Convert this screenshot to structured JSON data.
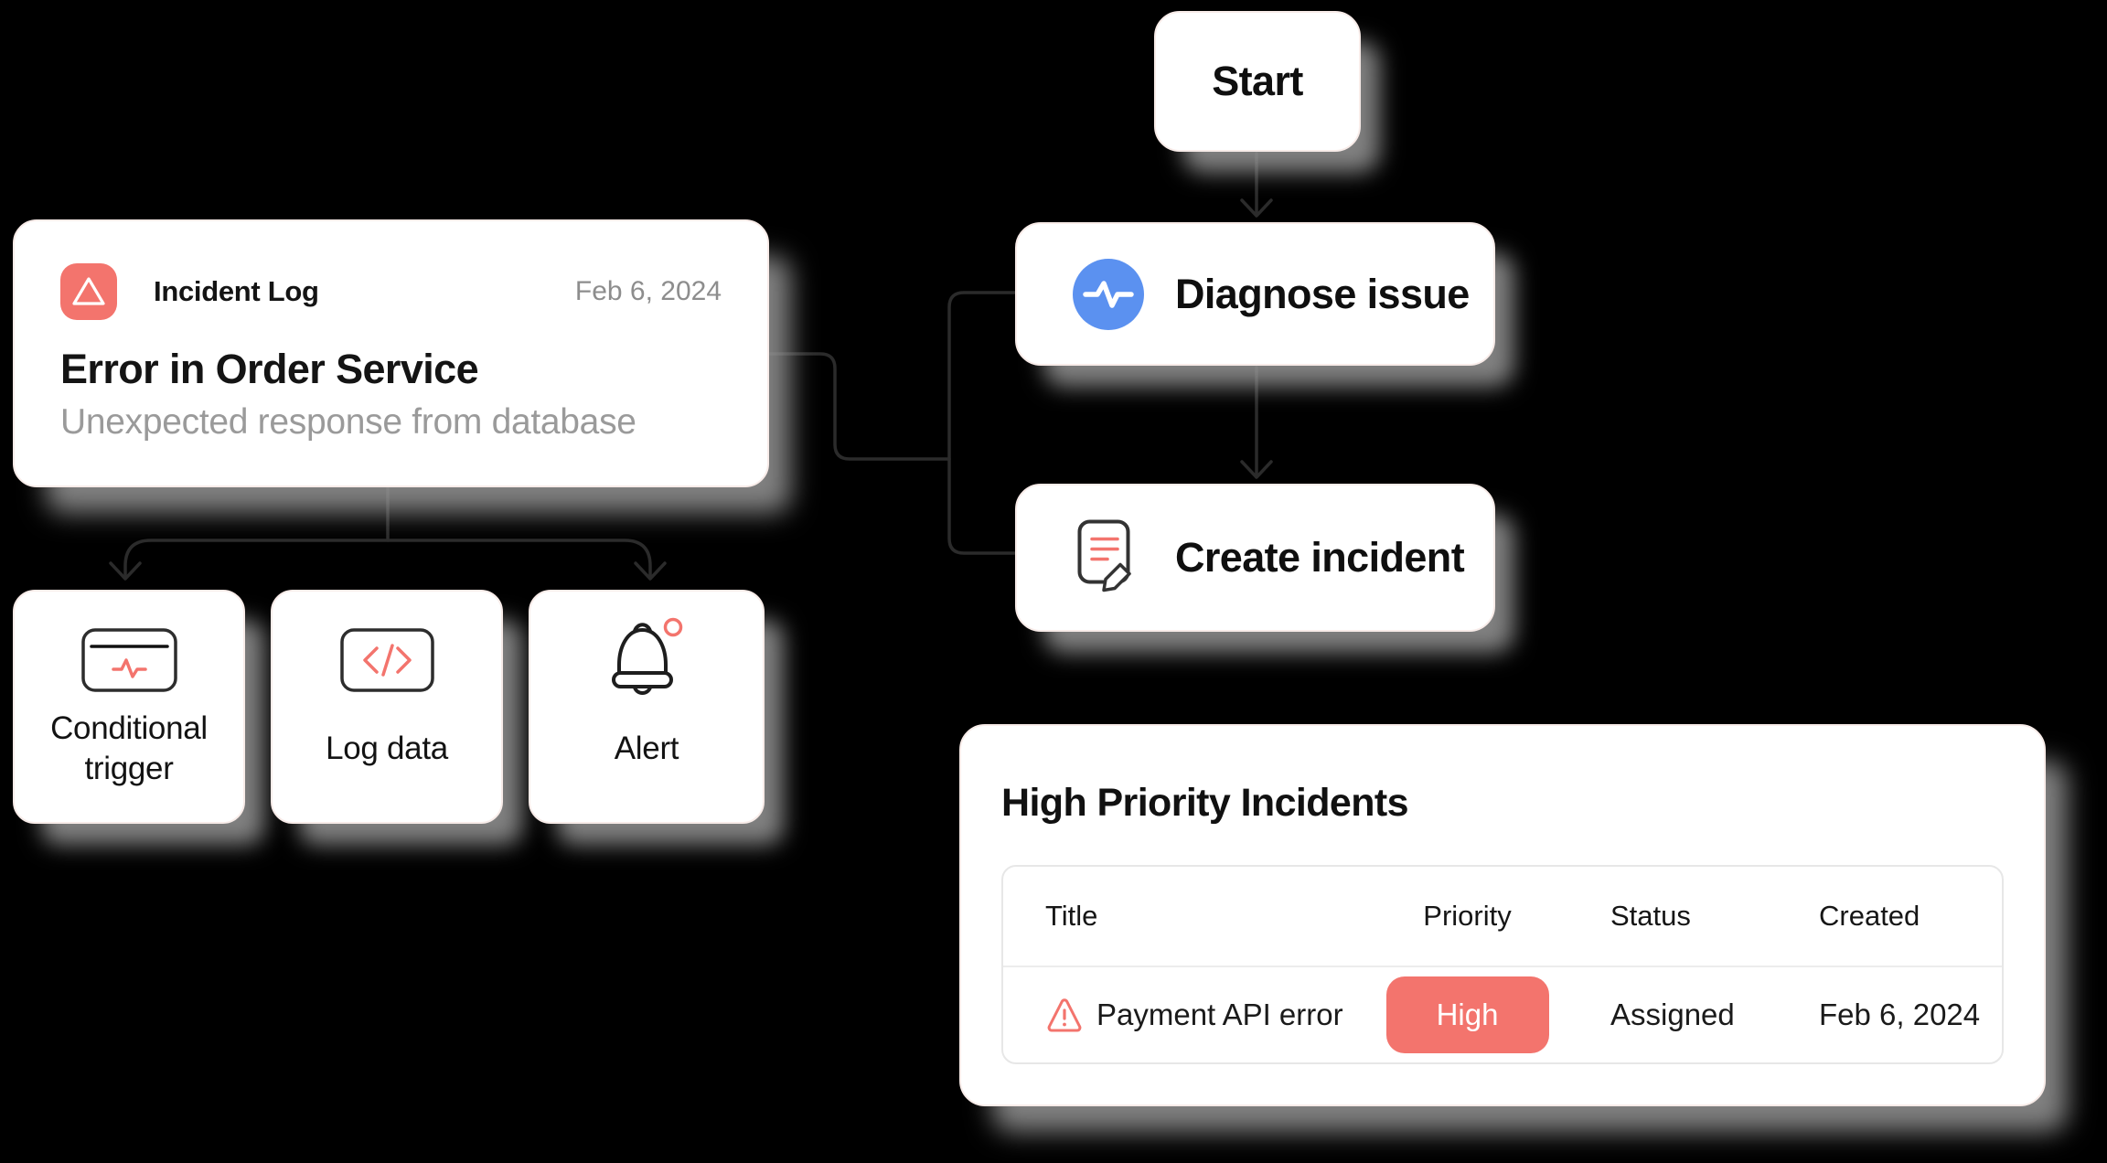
{
  "colors": {
    "background": "#000000",
    "accent_coral": "#F3746D",
    "accent_blue": "#5B91F0",
    "connector_line": "#2b2b2b",
    "card_background": "#ffffff",
    "muted_text": "#8d8d8d"
  },
  "incident_card": {
    "icon": "warning-triangle-app-icon",
    "app_name": "Incident Log",
    "date": "Feb 6, 2024",
    "title": "Error in Order Service",
    "subtitle": "Unexpected response from database"
  },
  "action_cards": [
    {
      "icon": "window-pulse-icon",
      "label": "Conditional trigger"
    },
    {
      "icon": "code-icon",
      "label": "Log data"
    },
    {
      "icon": "bell-icon",
      "label": "Alert"
    }
  ],
  "flow": {
    "start_label": "Start",
    "diagnose_label": "Diagnose issue",
    "diagnose_icon": "pulse-icon",
    "create_label": "Create incident",
    "create_icon": "document-edit-icon"
  },
  "panel": {
    "title": "High Priority Incidents",
    "table": {
      "headers": [
        "Title",
        "Priority",
        "Status",
        "Created"
      ],
      "rows": [
        {
          "icon": "warning-triangle-icon",
          "title": "Payment API error",
          "priority": "High",
          "status": "Assigned",
          "created": "Feb 6, 2024"
        }
      ]
    }
  }
}
